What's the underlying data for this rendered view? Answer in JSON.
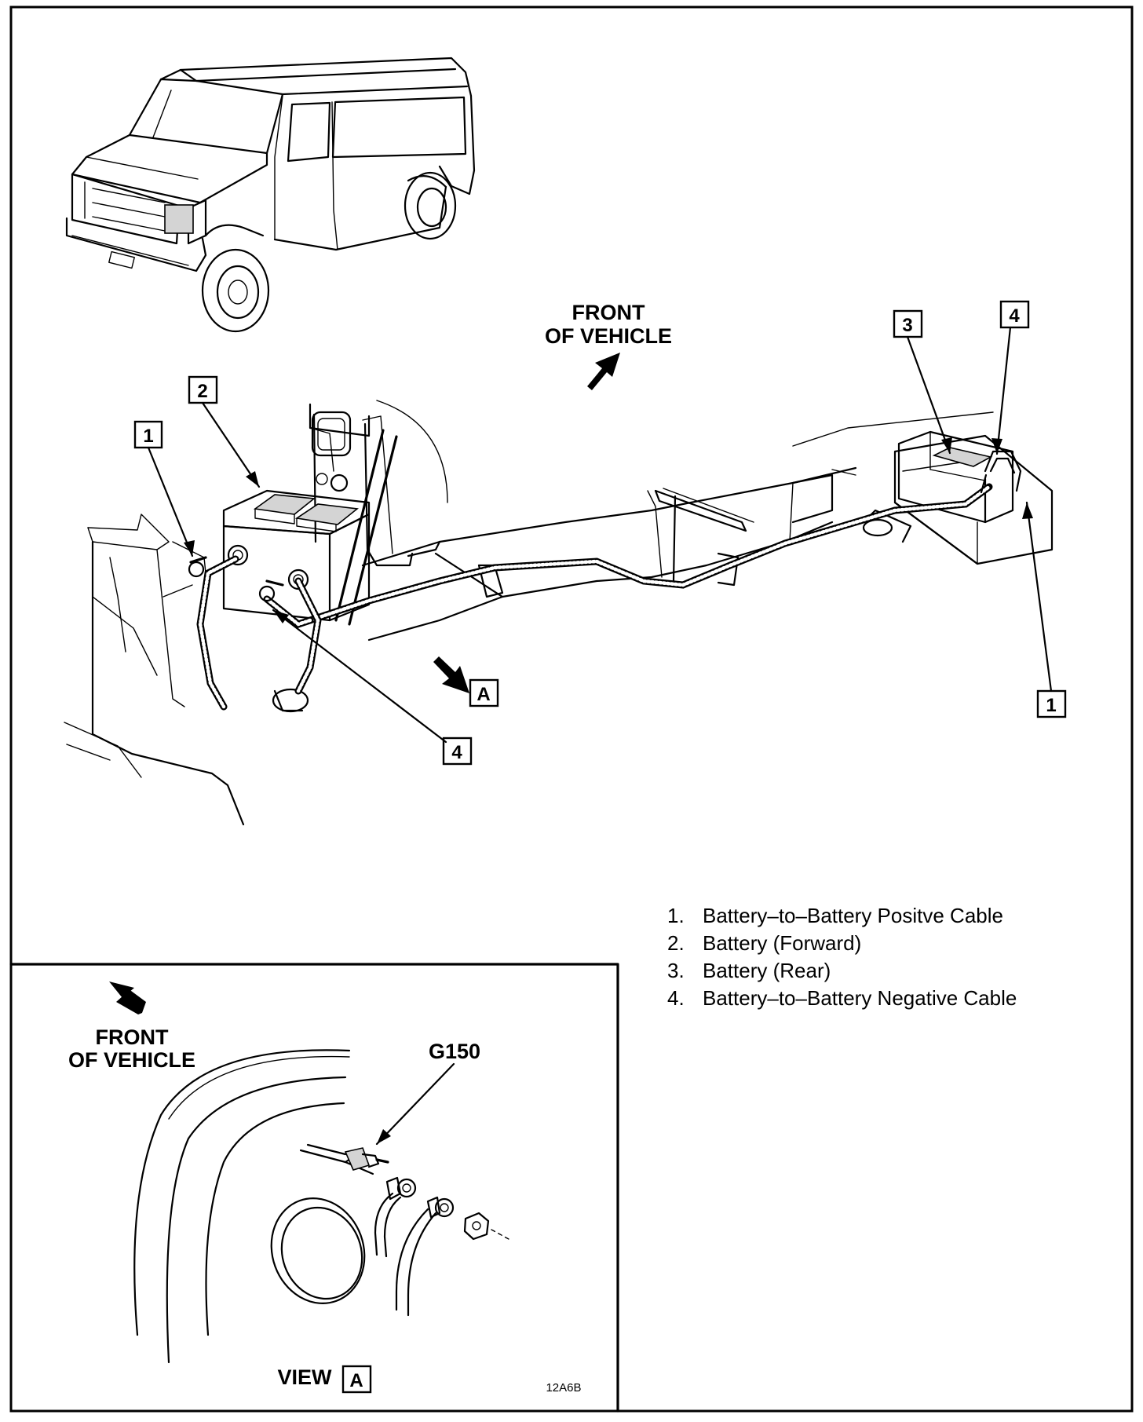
{
  "labels": {
    "front_of_vehicle_line1": "FRONT",
    "front_of_vehicle_line2": "OF VEHICLE",
    "view_prefix": "VIEW",
    "view_letter": "A",
    "ground_id": "G150",
    "figure_code": "12A6B"
  },
  "callouts": {
    "c1_left": "1",
    "c2": "2",
    "c3": "3",
    "c4_top": "4",
    "c4_bottom": "4",
    "c1_right": "1",
    "view_a": "A"
  },
  "legend": [
    {
      "num": "1.",
      "text": "Battery–to–Battery Positve Cable"
    },
    {
      "num": "2.",
      "text": "Battery (Forward)"
    },
    {
      "num": "3.",
      "text": "Battery (Rear)"
    },
    {
      "num": "4.",
      "text": "Battery–to–Battery Negative Cable"
    }
  ],
  "colors": {
    "ink": "#000000",
    "paper": "#ffffff",
    "shade": "#d4d4d4"
  }
}
